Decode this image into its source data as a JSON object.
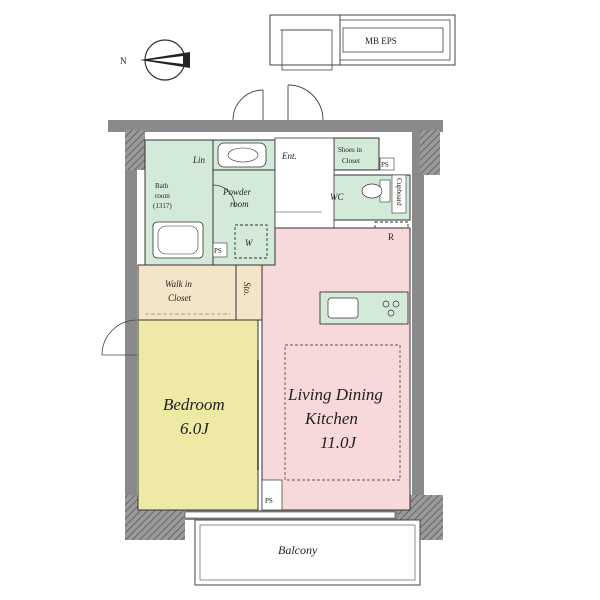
{
  "compass": {
    "label": "N"
  },
  "rooms": {
    "mb_eps": "MB EPS",
    "entrance": "Ent.",
    "shoes_closet_line1": "Shoes in",
    "shoes_closet_line2": "Closet",
    "linen": "Lin",
    "bathroom_line1": "Bath",
    "bathroom_line2": "room",
    "bathroom_line3": "(1317)",
    "powder_line1": "Powder",
    "powder_line2": "room",
    "washer": "W",
    "wc": "WC",
    "ps_top": "PS",
    "ps_bath": "PS",
    "ps_bottom": "PS",
    "cupboard": "Cupboard",
    "refrigerator": "R",
    "walkin_line1": "Walk in",
    "walkin_line2": "Closet",
    "storage": "Sto.",
    "bedroom_line1": "Bedroom",
    "bedroom_line2": "6.0J",
    "ldk_line1": "Living Dining",
    "ldk_line2": "Kitchen",
    "ldk_line3": "11.0J",
    "balcony": "Balcony"
  },
  "colors": {
    "wall": "#8a8a8a",
    "wall_dark": "#555555",
    "green_room": "#d4ead9",
    "walkin": "#f3e6c8",
    "bedroom": "#eeeaa6",
    "ldk": "#f7d9db",
    "line": "#333333"
  }
}
